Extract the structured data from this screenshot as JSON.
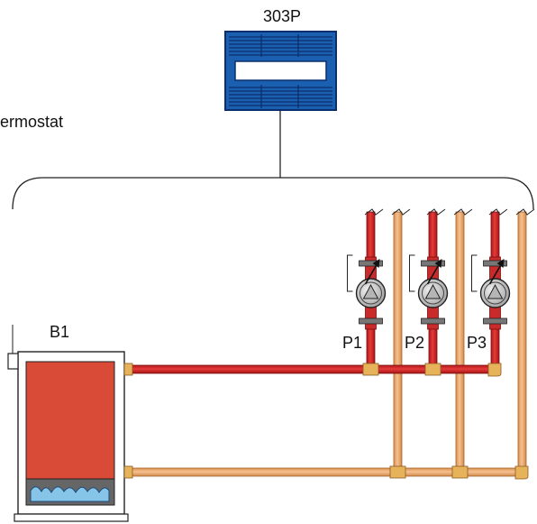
{
  "control": {
    "label": "303P"
  },
  "thermostat": {
    "label": "ermostat"
  },
  "boiler": {
    "label": "B1"
  },
  "pumps": [
    {
      "label": "P1"
    },
    {
      "label": "P2"
    },
    {
      "label": "P3"
    }
  ],
  "colors": {
    "control_blue": "#1b5fb0",
    "control_dark": "#0b2f6e",
    "supply_red": "#d92b2b",
    "return_tan": "#f0b27a",
    "boiler_body": "#d94b36",
    "water_blue": "#86c5e8",
    "fitting_gold": "#e6b35a"
  }
}
